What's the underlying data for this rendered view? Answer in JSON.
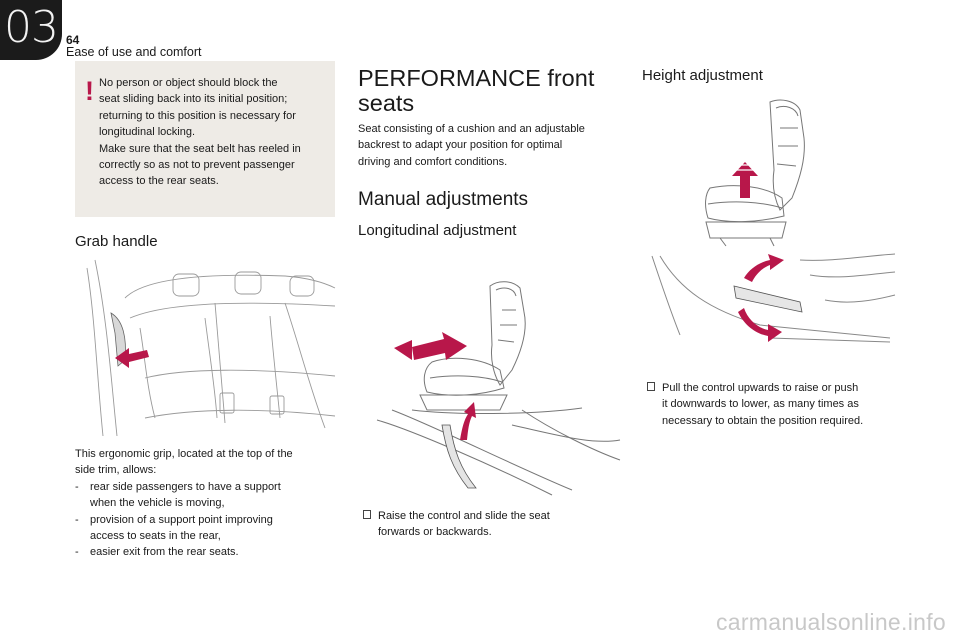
{
  "header": {
    "chapter": "03",
    "page_number": "64",
    "section": "Ease of use and comfort"
  },
  "warning": {
    "mark": "!",
    "lines": [
      "No person or object should block the",
      "seat sliding back into its initial position;",
      "returning to this position is necessary for",
      "longitudinal locking.",
      "Make sure that the seat belt has reeled in",
      "correctly so as not to prevent passenger",
      "access to the rear seats."
    ]
  },
  "grab_handle": {
    "heading": "Grab handle",
    "intro": [
      "This ergonomic grip, located at the top of the",
      "side trim, allows:"
    ],
    "items": [
      [
        "rear side passengers to have a support",
        "when the vehicle is moving,"
      ],
      [
        "provision of a support point improving",
        "access to seats in the rear,"
      ],
      [
        "easier exit from the rear seats."
      ]
    ],
    "dash": "-"
  },
  "performance": {
    "heading_line1": "PERFORMANCE front",
    "heading_line2": "seats",
    "text": [
      "Seat consisting of a cushion and an adjustable",
      "backrest to adapt your position for optimal",
      "driving and comfort conditions."
    ]
  },
  "manual": {
    "heading": "Manual adjustments",
    "longitudinal_heading": "Longitudinal adjustment",
    "longitudinal_bullet": [
      "Raise the control and slide the seat",
      "forwards or backwards."
    ]
  },
  "height": {
    "heading": "Height adjustment",
    "bullet": [
      "Pull the control upwards to raise or push",
      "it downwards to lower, as many times as",
      "necessary to obtain the position required."
    ]
  },
  "footer": {
    "watermark": "carmanualsonline.info"
  },
  "colors": {
    "accent": "#b8174a",
    "panel": "#eeebe6",
    "tab": "#1b1b1b"
  }
}
